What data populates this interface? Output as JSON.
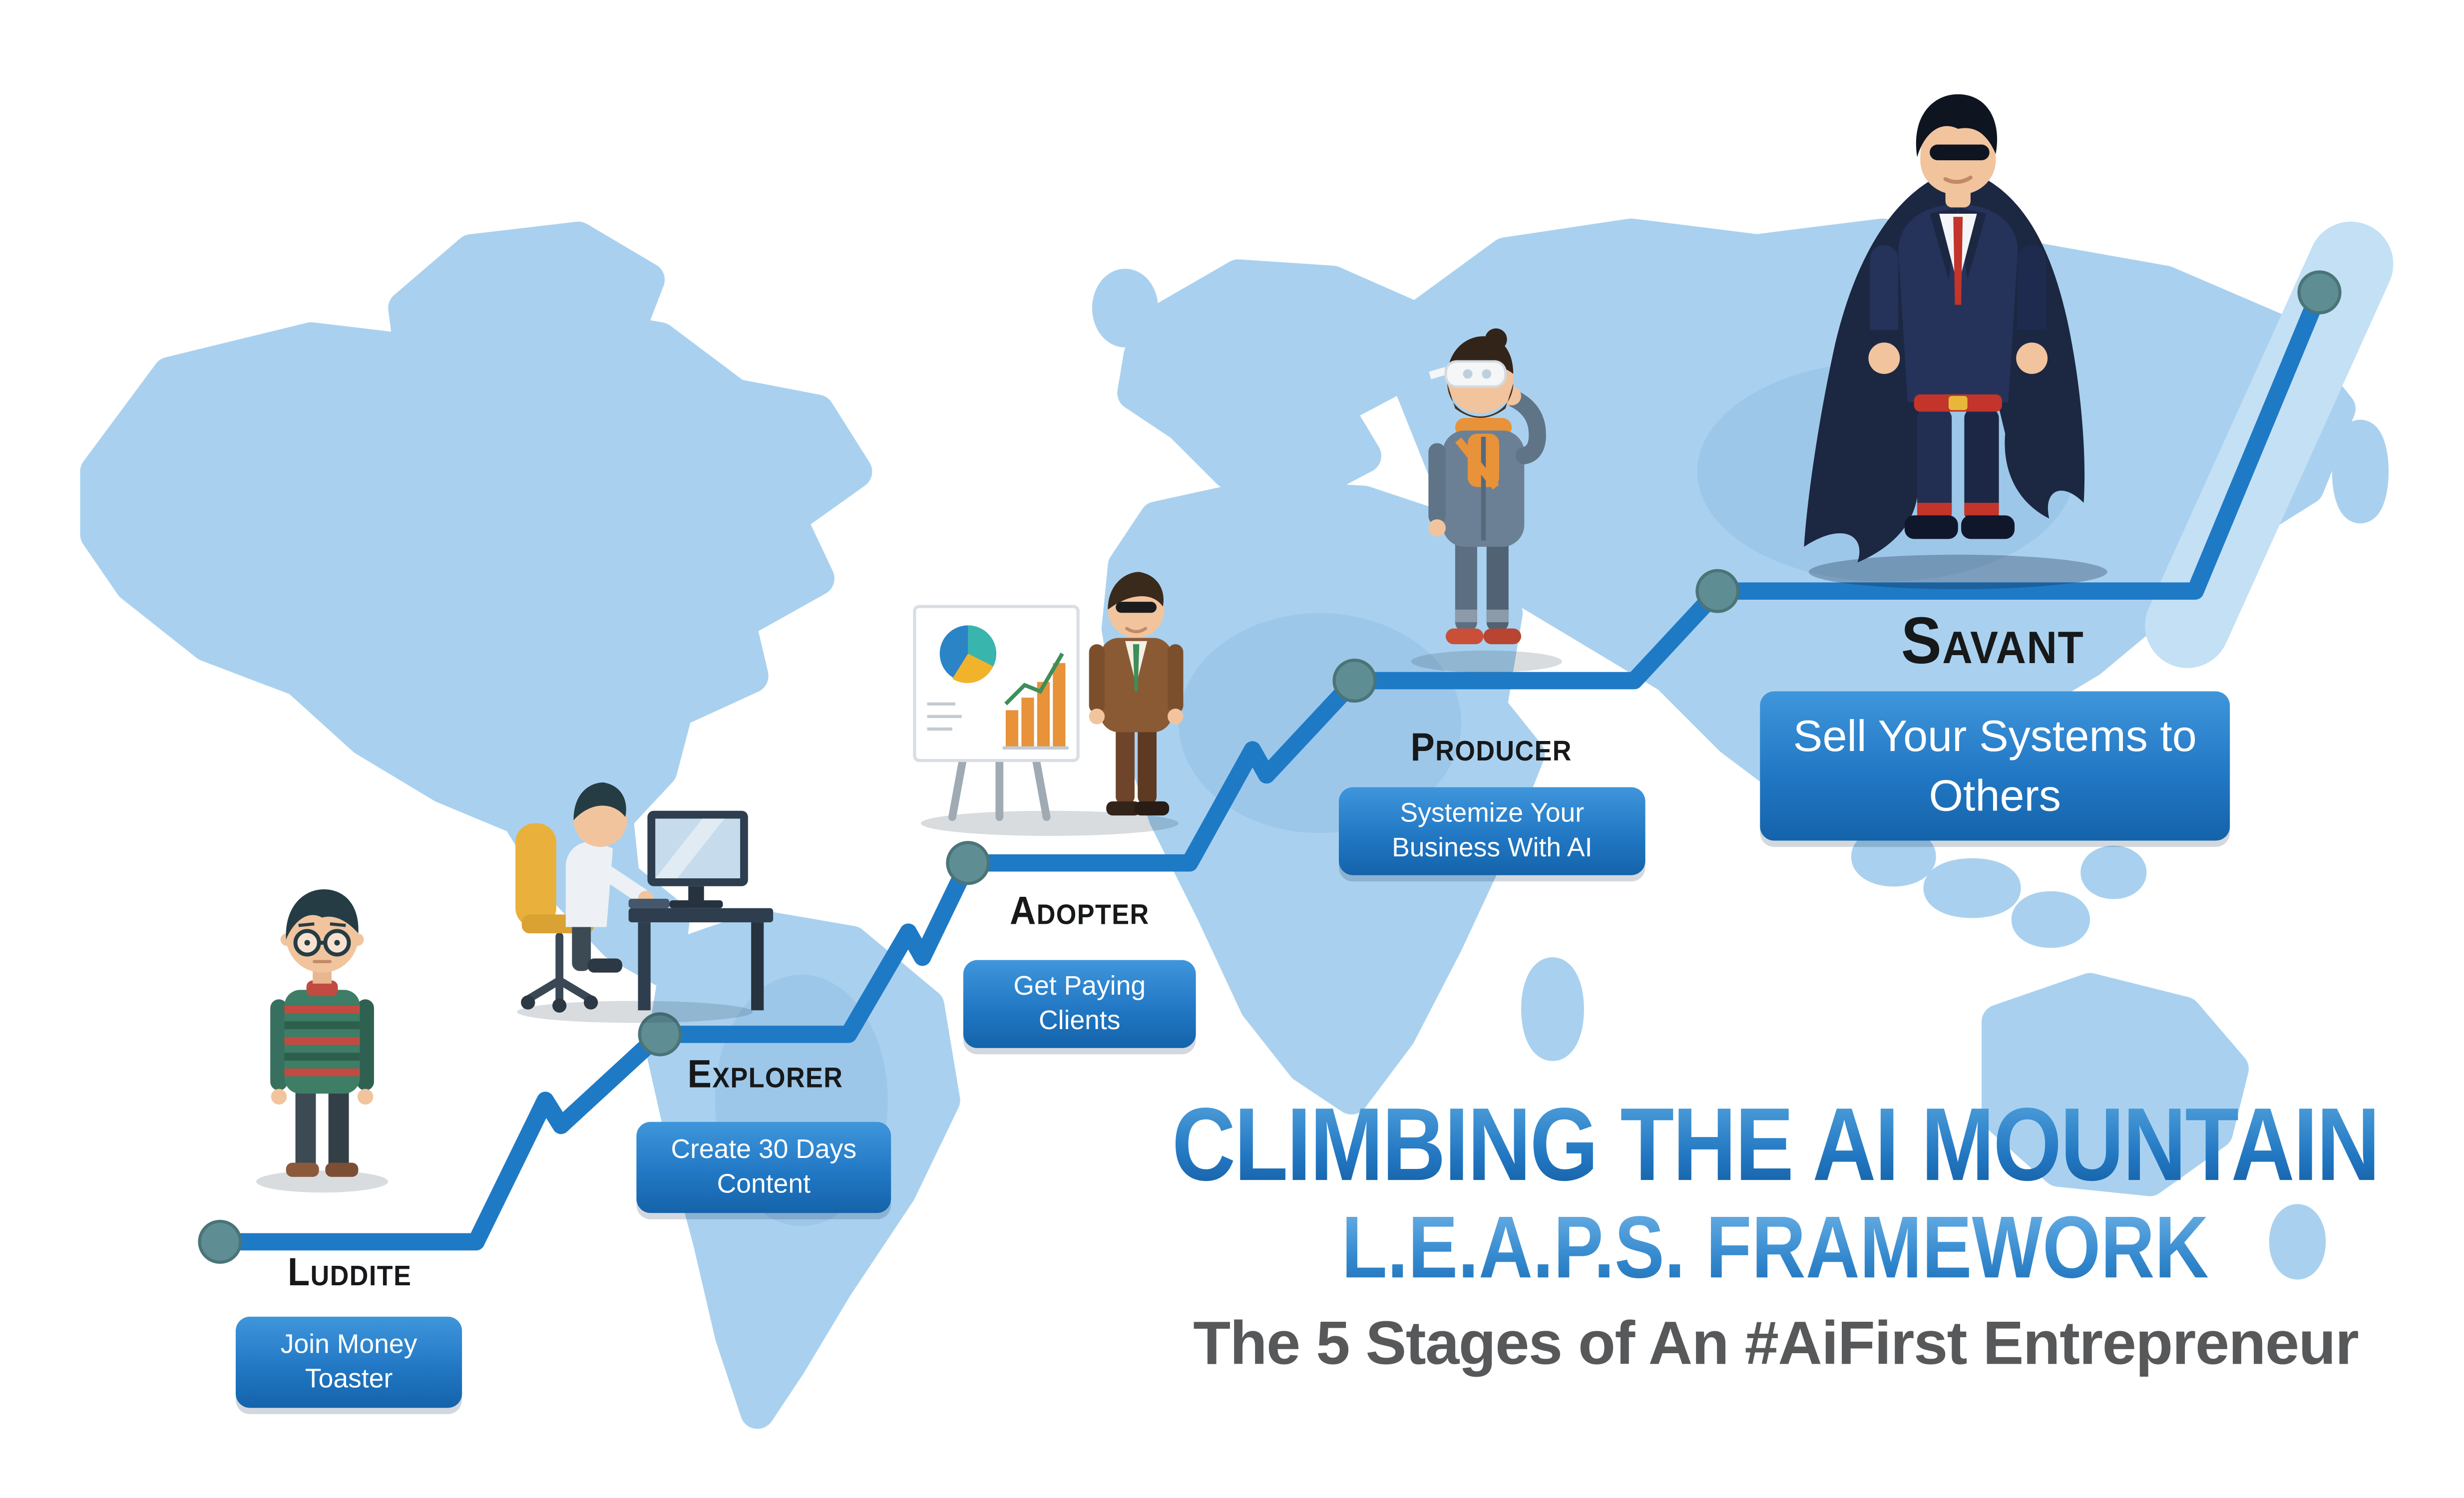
{
  "infographic": {
    "title_line1": "CLIMBING THE AI MOUNTAIN",
    "title_line2": "L.E.A.P.S. FRAMEWORK",
    "subtitle": "The 5 Stages of An #AiFirst Entrepreneur"
  },
  "stages": [
    {
      "label": "Luddite",
      "description": "Join Money Toaster",
      "illustration": "skeptical-man-standing"
    },
    {
      "label": "Explorer",
      "description": "Create 30 Days Content",
      "illustration": "man-working-at-computer-desk"
    },
    {
      "label": "Adopter",
      "description": "Get Paying Clients",
      "illustration": "businessman-presenting-charts"
    },
    {
      "label": "Producer",
      "description": "Systemize Your Business With AI",
      "illustration": "man-wearing-vr-headset"
    },
    {
      "label": "Savant",
      "description": "Sell Your Systems to Others",
      "illustration": "superhero-businessman"
    }
  ],
  "climb_path": {
    "node_count": 6,
    "direction": "ascending-left-to-right"
  },
  "colors": {
    "map_fill": "#A9D1EF",
    "path_stroke": "#1F7AC6",
    "path_highlight_band": "#C4E0F5",
    "node_fill": "#5E8D93",
    "box_gradient_top": "#3F96DB",
    "box_gradient_bottom": "#1463AA",
    "title_blue_dark": "#135C9F",
    "title_blue_light": "#55A5DD",
    "subtitle_gray": "#57585A",
    "label_black": "#16181A"
  }
}
